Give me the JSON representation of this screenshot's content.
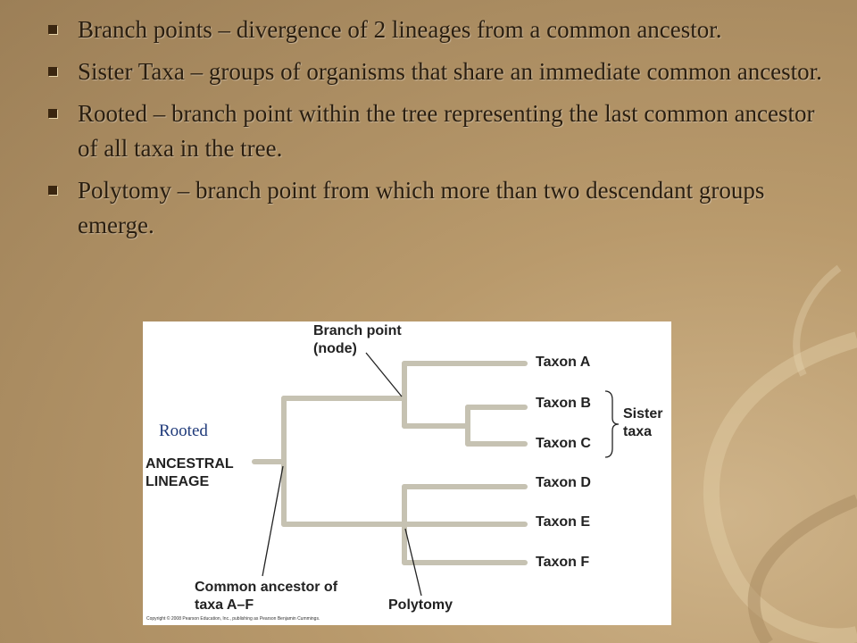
{
  "bullets": [
    "Branch points – divergence of 2 lineages from a common ancestor.",
    "Sister Taxa – groups of organisms that share an immediate common ancestor.",
    "Rooted – branch point within the tree representing the last common ancestor of all taxa in the tree.",
    "Polytomy – branch point from which more than two descendant groups emerge."
  ],
  "figure": {
    "branch_point_label": "Branch point\n(node)",
    "taxa": [
      "Taxon A",
      "Taxon B",
      "Taxon C",
      "Taxon D",
      "Taxon E",
      "Taxon F"
    ],
    "sister_taxa_label": "Sister\ntaxa",
    "rooted_label": "Rooted",
    "ancestral_lineage_label": "ANCESTRAL\nLINEAGE",
    "common_ancestor_label": "Common ancestor of\ntaxa A–F",
    "polytomy_label": "Polytomy",
    "copyright": "Copyright © 2008 Pearson Education, Inc., publishing as Pearson Benjamin Cummings."
  }
}
